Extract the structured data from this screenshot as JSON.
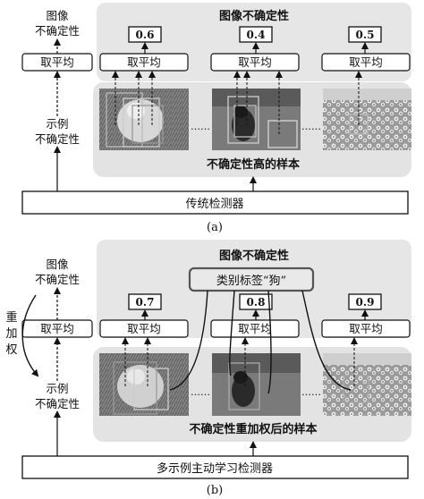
{
  "panel_a": {
    "image_uncertainty_label": [
      "图像",
      "不确定性"
    ],
    "top_banner_title": "图像不确定性",
    "values": [
      "0.6",
      "0.4",
      "0.5"
    ],
    "avg_label": "取平均",
    "instance_uncertainty_label": [
      "示例",
      "不确定性"
    ],
    "samples_caption": "不确定性高的样本",
    "detector_label": "传统检测器",
    "caption": "(a)"
  },
  "panel_b": {
    "image_uncertainty_label": [
      "图像",
      "不确定性"
    ],
    "top_banner_title": "图像不确定性",
    "class_label": "类别标签“狗”",
    "values": [
      "0.7",
      "0.8",
      "0.9"
    ],
    "avg_label": "取平均",
    "reweight_label": [
      "重",
      "加",
      "权"
    ],
    "instance_uncertainty_label": [
      "示例",
      "不确定性"
    ],
    "samples_caption": "不确定性重加权后的样本",
    "detector_label": "多示例主动学习检测器",
    "caption": "(b)"
  },
  "dots": "……"
}
